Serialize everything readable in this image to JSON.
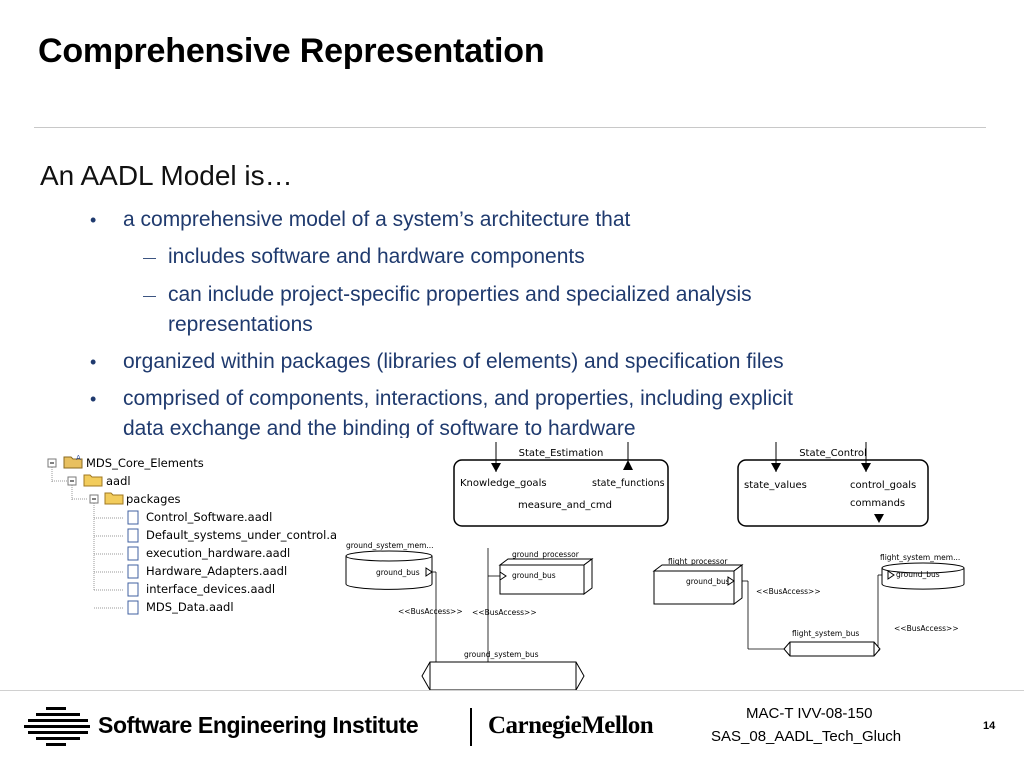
{
  "slide": {
    "title": "Comprehensive Representation",
    "lead": "An AADL Model is…",
    "bullets": [
      "a comprehensive model of a system’s architecture that",
      "organized within packages (libraries of elements) and specification files",
      "comprised of components, interactions, and properties, including explicit",
      "data exchange and the binding of software to hardware"
    ],
    "subbullets": [
      "includes software and hardware components",
      "can include project-specific properties and specialized analysis",
      "representations"
    ]
  },
  "tree": {
    "root": "MDS_Core_Elements",
    "project": "aadl",
    "folder": "packages",
    "files": [
      "Control_Software.aadl",
      "Default_systems_under_control.aa",
      "execution_hardware.aadl",
      "Hardware_Adapters.aadl",
      "interface_devices.aadl",
      "MDS_Data.aadl"
    ]
  },
  "diagram": {
    "state_estimation": "State_Estimation",
    "knowledge_goals": "Knowledge_goals",
    "state_functions": "state_functions",
    "measure_and_cmd": "measure_and_cmd",
    "state_control": "State_Control",
    "state_values": "state_values",
    "control_goals": "control_goals",
    "commands": "commands",
    "ground_system_mem": "ground_system_mem...",
    "ground_bus": "ground_bus",
    "ground_processor": "ground_processor",
    "bus_access": "<<BusAccess>>",
    "ground_system_bus": "ground_system_bus",
    "flight_processor": "flight_processor",
    "flight_system_mem": "flight_system_mem...",
    "flight_system_bus": "flight_system_bus"
  },
  "footer": {
    "sei": "Software Engineering Institute",
    "cmu": "CarnegieMellon",
    "doc_line1": "MAC-T IVV-08-150",
    "doc_line2": "SAS_08_AADL_Tech_Gluch",
    "page": "14"
  }
}
